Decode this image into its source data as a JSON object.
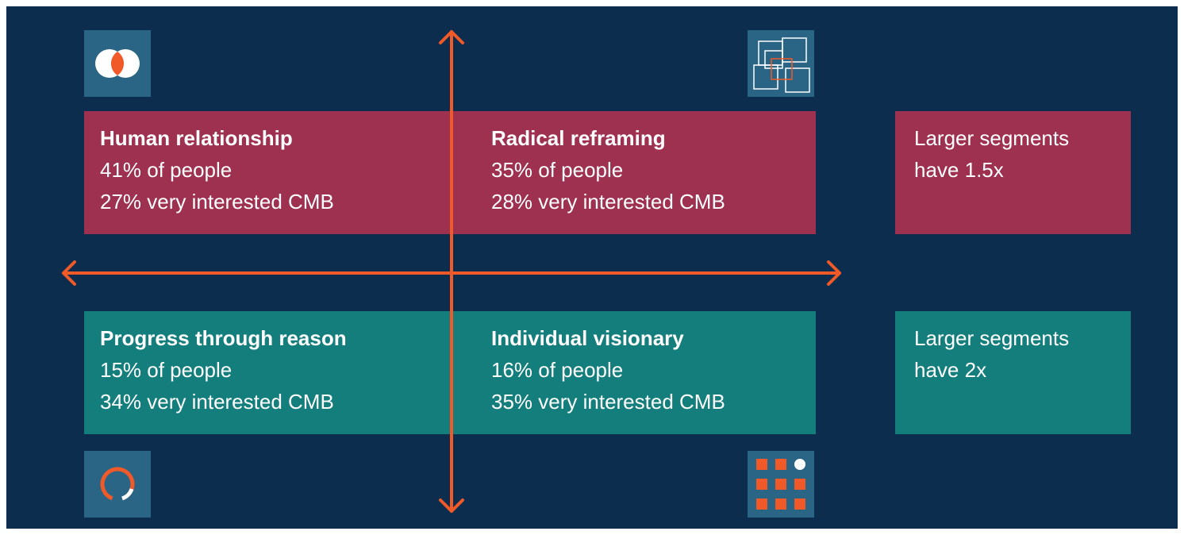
{
  "quadrants": {
    "top_left": {
      "title": "Human relationship",
      "line1": "41% of people",
      "line2": "27% very interested CMB"
    },
    "top_right": {
      "title": "Radical reframing",
      "line1": "35% of people",
      "line2": "28% very interested CMB"
    },
    "bottom_left": {
      "title": "Progress through reason",
      "line1": "15% of people",
      "line2": "34% very interested CMB"
    },
    "bottom_right": {
      "title": "Individual visionary",
      "line1": "16% of people",
      "line2": "35% very interested CMB"
    }
  },
  "side_notes": {
    "top": "Larger segments have 1.5x",
    "bottom": "Larger segments have 2x"
  },
  "icons": {
    "top_left": "overlapping-circles-icon",
    "top_right": "overlapping-squares-icon",
    "bottom_left": "ring-icon",
    "bottom_right": "dot-grid-icon"
  },
  "colors": {
    "background": "#0d2d4f",
    "top_row": "#9e3050",
    "bottom_row": "#147e7d",
    "axis": "#f05a28",
    "icon_tile": "#2a6585"
  }
}
